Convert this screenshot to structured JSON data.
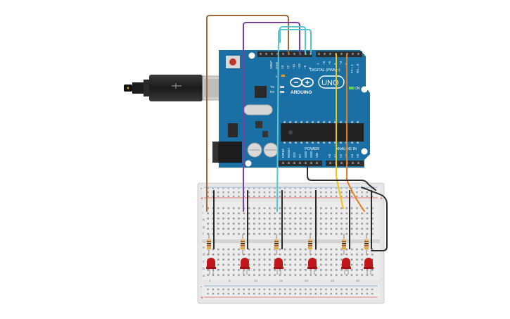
{
  "board": {
    "brand": "ARDUINO",
    "model": "UNO",
    "on_label": "ON",
    "tx_label": "TX",
    "rx_label": "RX",
    "l_label": "L",
    "digital_label": "DIGITAL (PWM~)",
    "power_label": "POWER",
    "analog_label": "ANALOG IN",
    "aref_label": "AREF",
    "gnd_label": "GND",
    "digital_pins": [
      "13",
      "12",
      "~11",
      "~10",
      "~9",
      "8",
      "7",
      "~6",
      "~5",
      "4",
      "~3",
      "2",
      "TX→1",
      "RX←0"
    ],
    "power_pins": [
      "IOREF",
      "RESET",
      "3V3",
      "5V",
      "GND",
      "GND",
      "VIN"
    ],
    "analog_pins": [
      "A0",
      "A1",
      "A2",
      "A3",
      "A4",
      "A5"
    ]
  },
  "breadboard": {
    "row_letters_top": [
      "j",
      "i",
      "h",
      "g",
      "f"
    ],
    "row_letters_bottom": [
      "e",
      "d",
      "c",
      "b",
      "a"
    ],
    "plus": "+",
    "minus": "-",
    "column_numbers": [
      "1",
      "5",
      "10",
      "15",
      "20",
      "25",
      "30"
    ]
  },
  "colors": {
    "board_blue": "#1a6fa5",
    "wire_brown": "#a0683a",
    "wire_purple": "#7b3fa0",
    "wire_cyan": "#56c4cf",
    "wire_yellow": "#f1c40f",
    "wire_orange": "#e67e22",
    "wire_black": "#2b2b2b",
    "led_red": "#c0171a"
  },
  "leds": [
    {
      "name": "led-1",
      "color": "red"
    },
    {
      "name": "led-2",
      "color": "red"
    },
    {
      "name": "led-3",
      "color": "red"
    },
    {
      "name": "led-4",
      "color": "red"
    },
    {
      "name": "led-5",
      "color": "red"
    },
    {
      "name": "led-6",
      "color": "red"
    }
  ]
}
